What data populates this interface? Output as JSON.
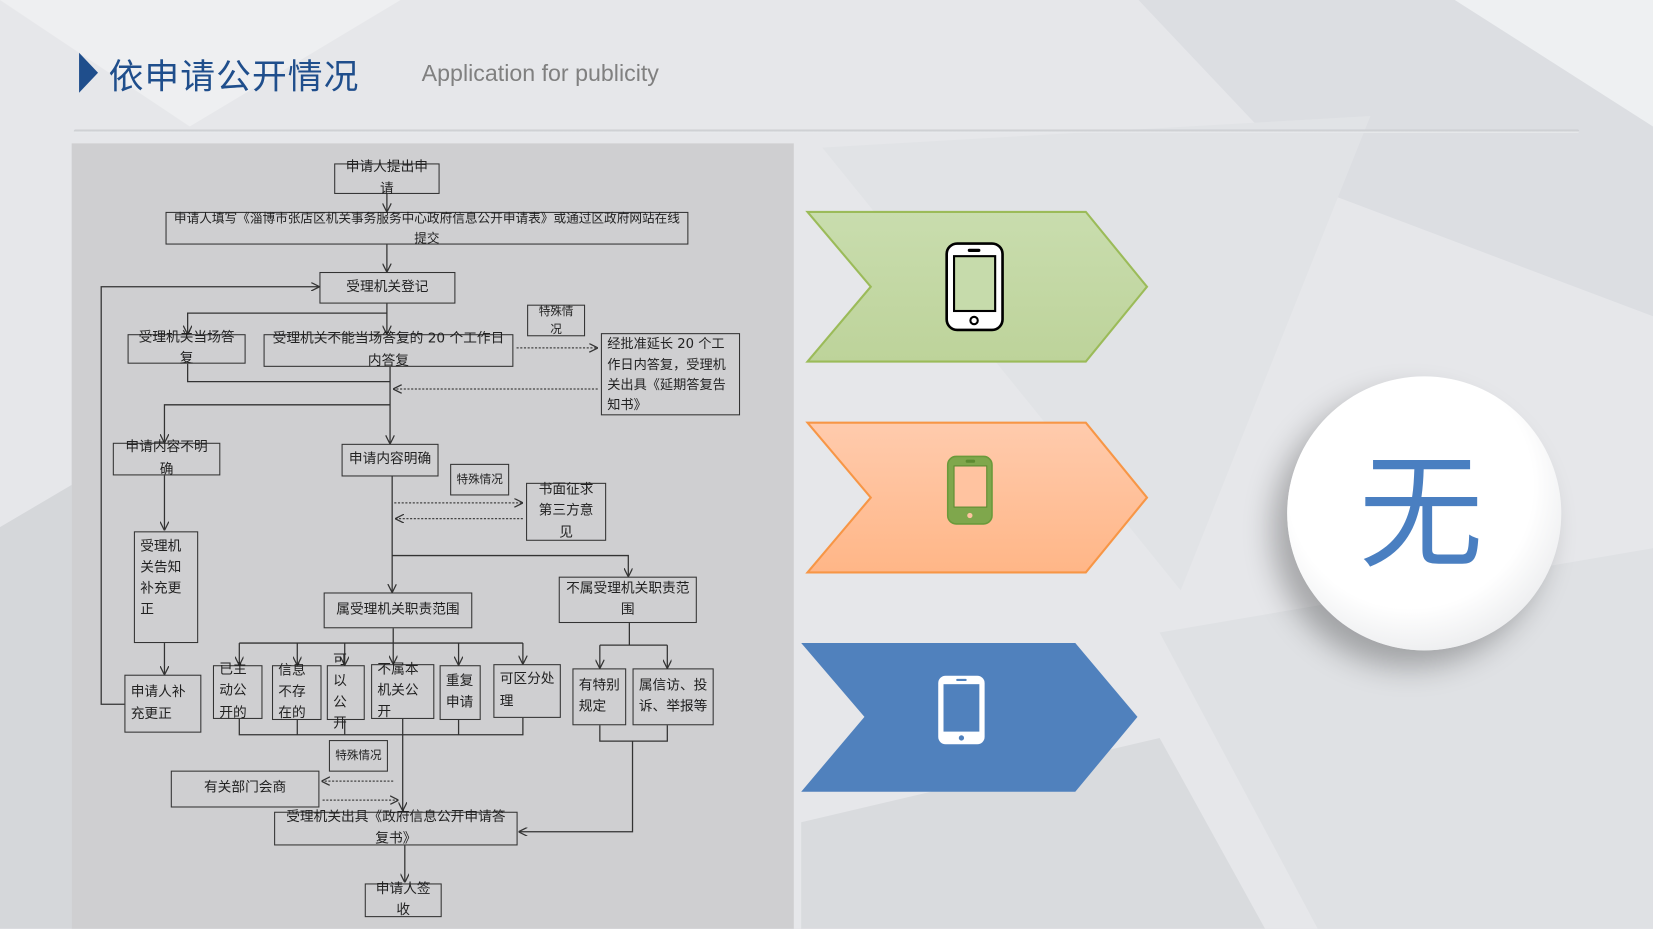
{
  "header": {
    "title": "依申请公开情况",
    "subtitle": "Application for publicity"
  },
  "flowchart": {
    "n1": "申请人提出申请",
    "n2": "申请人填写《淄博市张店区机关事务服务中心政府信息公开申请表》或通过区政府网站在线提交",
    "n3": "受理机关登记",
    "n4": "受理机关当场答复",
    "n5": "受理机关不能当场答复的 20 个工作日内答复",
    "special1": "特殊情况",
    "n6": "经批准延长 20 个工作日内答复，受理机关出具《延期答复告知书》",
    "n7": "申请内容不明确",
    "n8": "申请内容明确",
    "special2": "特殊情况",
    "n9": "书面征求第三方意见",
    "n10": "受理机关告知补充更正",
    "n11": "不属受理机关职责范围",
    "n12": "属受理机关职责范围",
    "n13": "申请人补充更正",
    "o1": "已主动公开的",
    "o2": "信息不存在的",
    "o3": "可以公开",
    "o4": "不属本机关公开",
    "o5": "重复申请",
    "o6": "可区分处理",
    "o7": "有特别规定",
    "o8": "属信访、投诉、举报等",
    "special3": "特殊情况",
    "n14": "有关部门会商",
    "n15": "受理机关出具《政府信息公开申请答复书》",
    "n16": "申请人签收"
  },
  "channels": [
    {
      "icon": "smartphone-icon",
      "color": "#c3d9a5"
    },
    {
      "icon": "smartphone-icon",
      "color": "#ffbf97"
    },
    {
      "icon": "smartphone-icon",
      "color": "#5081bd"
    }
  ],
  "result": {
    "text": "无",
    "color": "#4a7fc1"
  }
}
